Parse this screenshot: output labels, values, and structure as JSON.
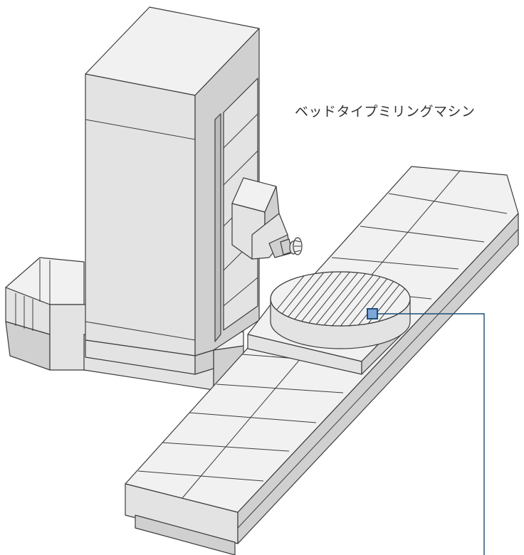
{
  "title": "ベッドタイプミリングマシン",
  "accent_color": "#1f4e79",
  "marker_color": "#7da7d9",
  "parts": {
    "column": "column",
    "spindle_head": "spindle-head",
    "rotary_table": "rotary-table",
    "saddle": "saddle",
    "bed": "bed",
    "left_base": "left-base"
  }
}
